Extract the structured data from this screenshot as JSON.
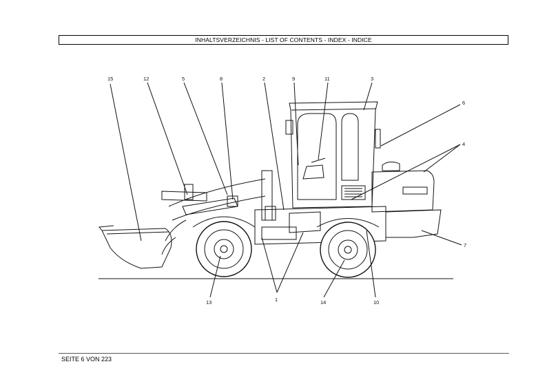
{
  "header": {
    "title": "INHALTSVERZEICHNIS - LIST OF CONTENTS - INDEX - INDICE"
  },
  "footer": {
    "page": "SEITE 6 VON 223"
  },
  "callouts": {
    "c15": "15",
    "c12": "12",
    "c5": "5",
    "c8": "8",
    "c2": "2",
    "c9": "9",
    "c11": "11",
    "c3": "3",
    "c6": "6",
    "c4": "4",
    "c7": "7",
    "c13": "13",
    "c1": "1",
    "c14": "14",
    "c10": "10"
  }
}
